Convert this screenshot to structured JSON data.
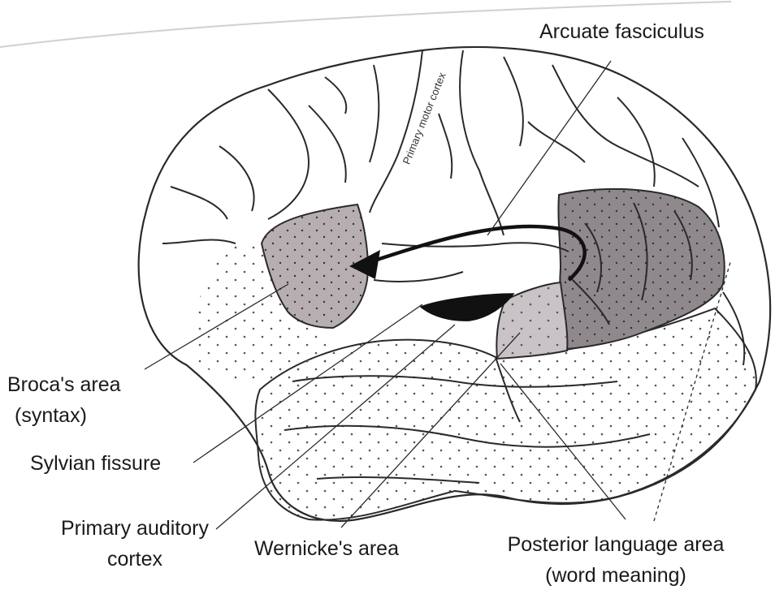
{
  "diagram": {
    "labels": {
      "arcuate_fasciculus": "Arcuate fasciculus",
      "primary_motor_cortex": "Primary motor cortex",
      "brocas_area": "Broca's area",
      "brocas_area_sub": "(syntax)",
      "sylvian_fissure": "Sylvian fissure",
      "primary_auditory": "Primary auditory",
      "primary_auditory_sub": "cortex",
      "wernickes_area": "Wernicke's area",
      "posterior_language": "Posterior language area",
      "posterior_language_sub": "(word meaning)"
    },
    "colors": {
      "outline": "#2a2a2a",
      "brocas_fill": "#b7aeb2",
      "posterior_fill": "#8f888c",
      "wernicke_fill": "#c9c2c6",
      "stipple": "#555555"
    }
  }
}
